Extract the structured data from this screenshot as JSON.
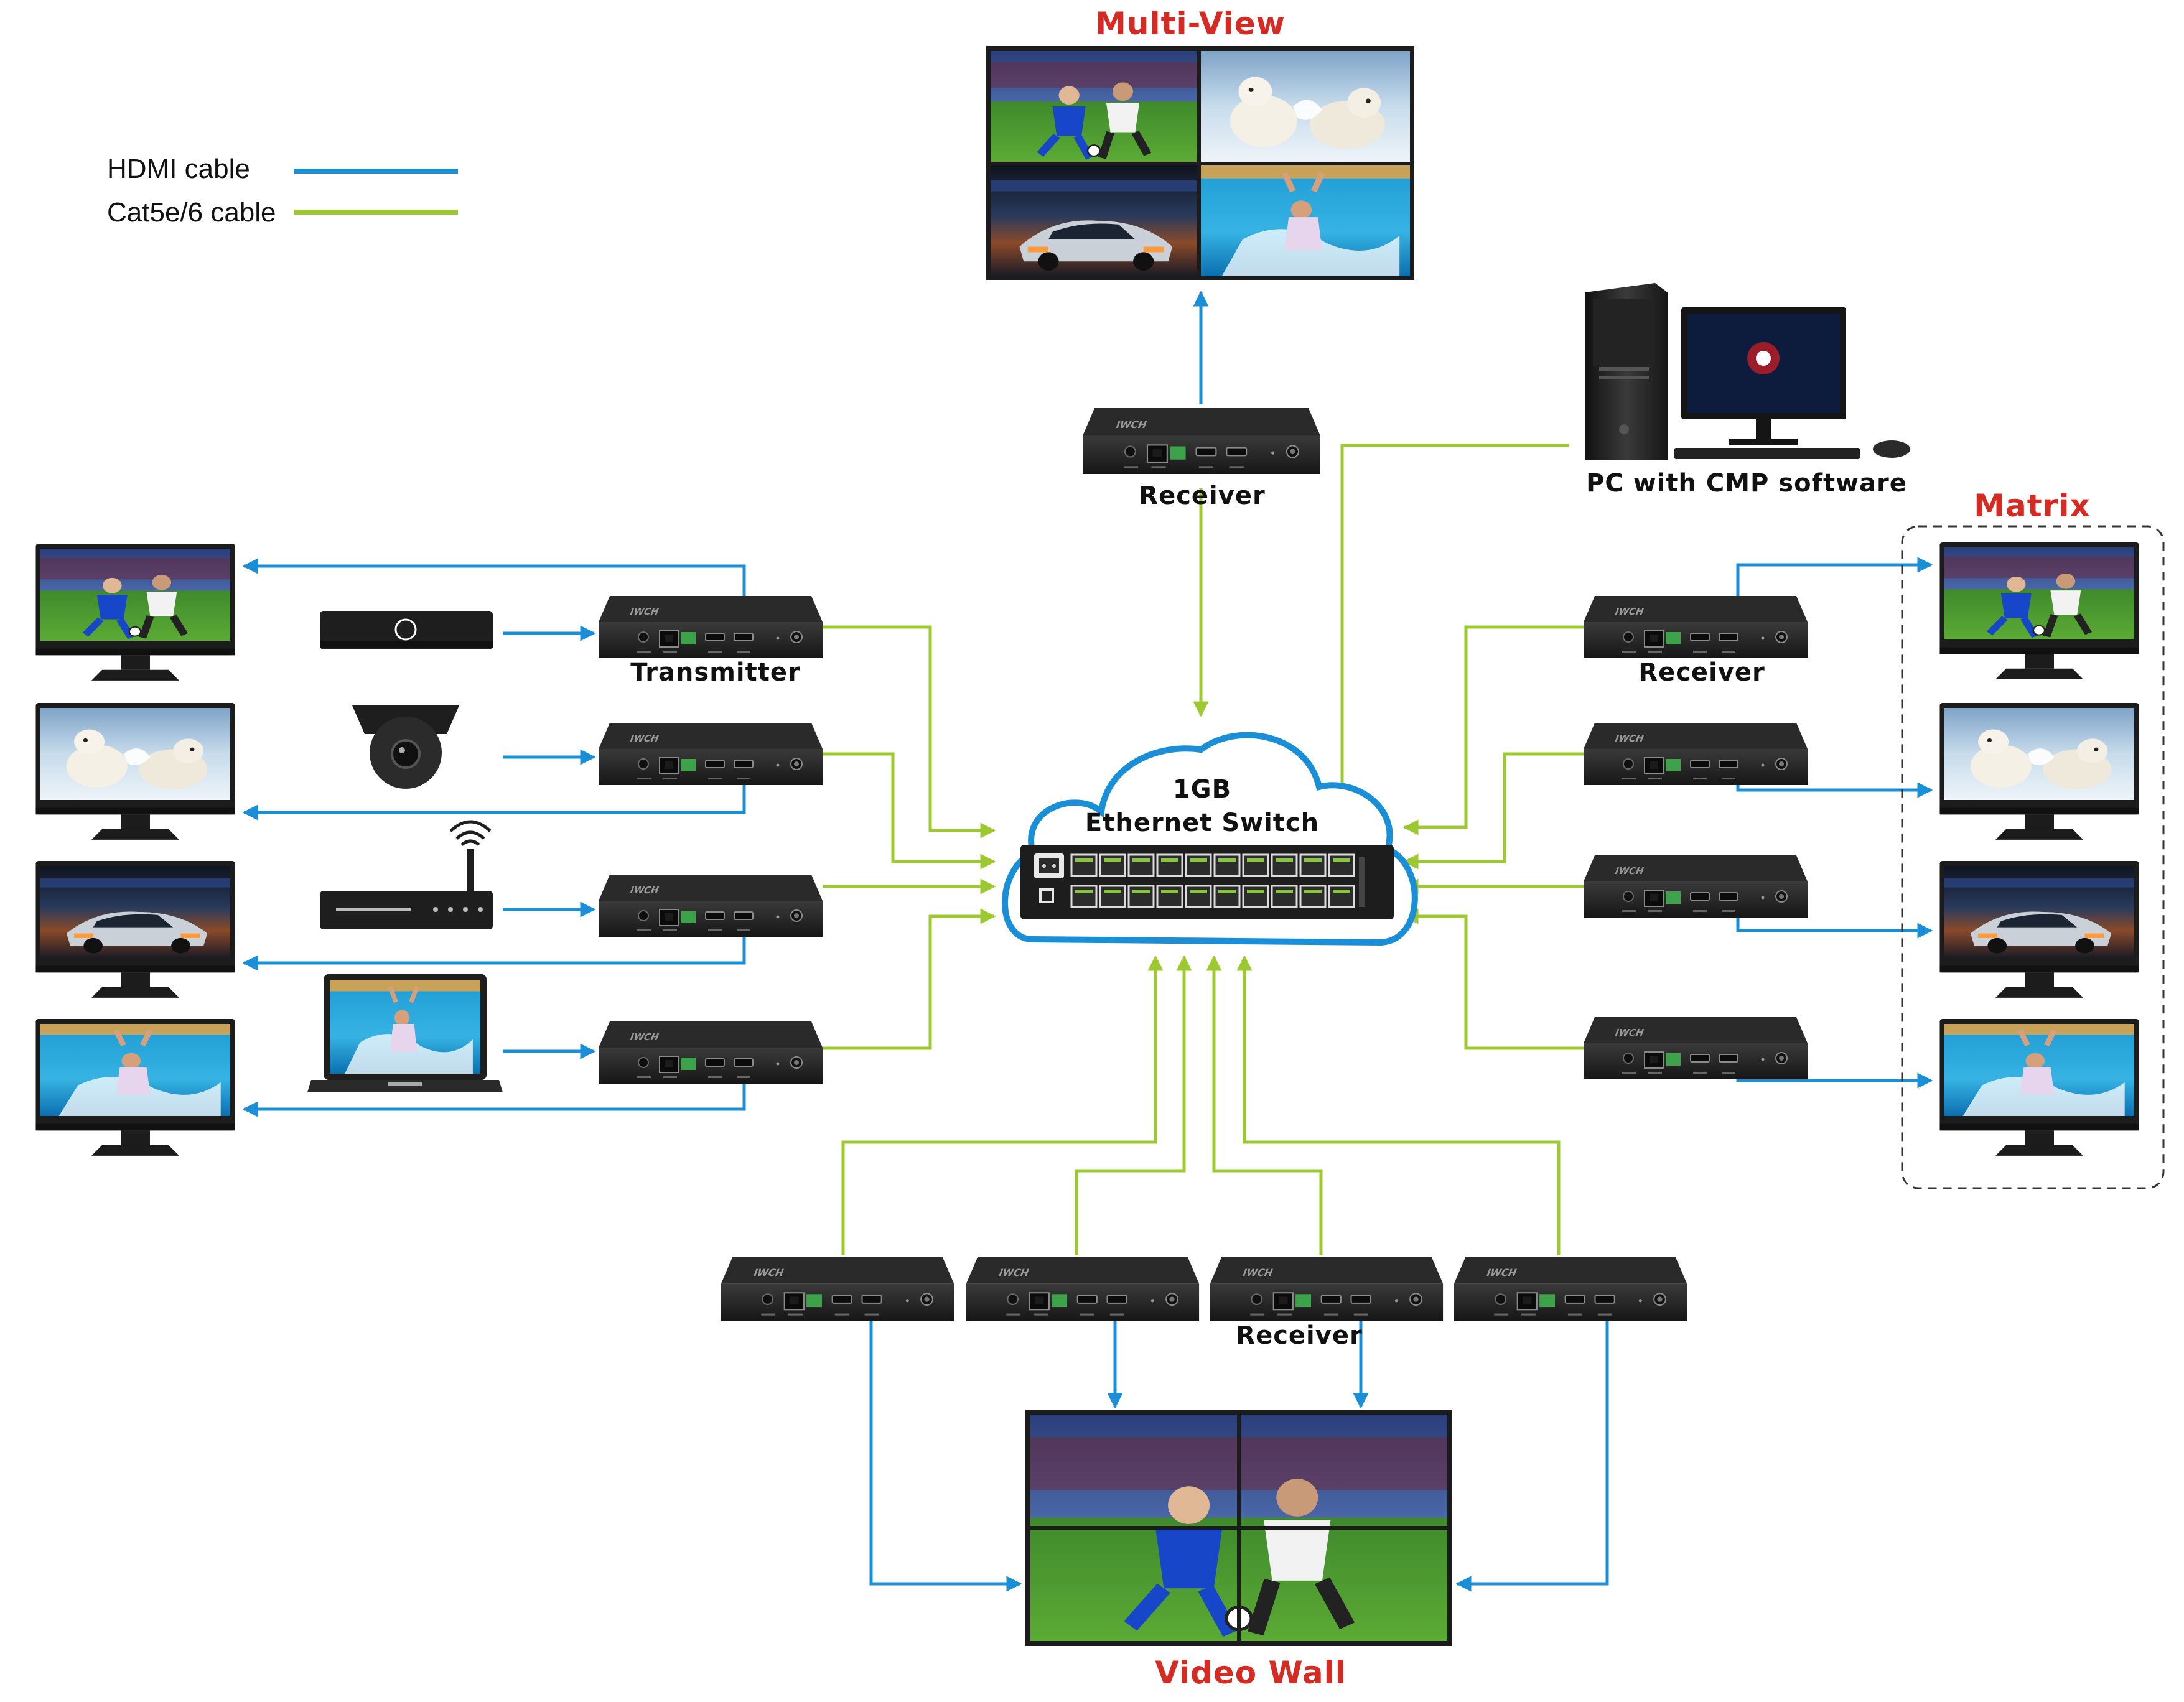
{
  "legend": {
    "hdmi_label": "HDMI cable",
    "cat_label": "Cat5e/6 cable"
  },
  "titles": {
    "multiview": "Multi-View",
    "matrix": "Matrix",
    "videowall": "Video Wall"
  },
  "labels": {
    "transmitter": "Transmitter",
    "receiver_top": "Receiver",
    "receiver_right": "Receiver",
    "receiver_bottom": "Receiver",
    "pc": "PC with CMP software",
    "switch_line1": "1GB",
    "switch_line2": "Ethernet Switch",
    "device_brand": "IWCH"
  },
  "colors": {
    "hdmi": "#1a8fd8",
    "cat": "#9cc92f",
    "title_red": "#d52b25",
    "cloud_stroke": "#1a8fd8",
    "device_body": "#1b1b1b"
  },
  "icons": {
    "source_1": "set-top-box-icon",
    "source_2": "security-camera-icon",
    "source_3": "wifi-router-icon",
    "source_4": "laptop-icon"
  }
}
